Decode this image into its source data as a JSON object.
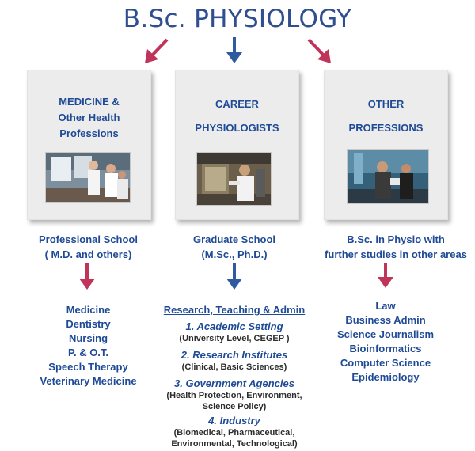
{
  "title": "B.Sc. PHYSIOLOGY",
  "colors": {
    "title": "#2f4f8f",
    "text": "#1f4a96",
    "arrow_red": "#c0335a",
    "arrow_blue": "#2f5aa0",
    "box": "#ececec"
  },
  "boxes": [
    {
      "lines": [
        "MEDICINE &",
        "Other Health",
        "Professions"
      ],
      "photo": "doctors-photo"
    },
    {
      "lines": [
        "CAREER",
        "PHYSIOLOGISTS"
      ],
      "photo": "lab-scientist-photo"
    },
    {
      "lines": [
        "OTHER",
        "PROFESSIONS"
      ],
      "photo": "colleagues-photo"
    }
  ],
  "paths": [
    {
      "lines": [
        "Professional School",
        "( M.D. and others)"
      ]
    },
    {
      "lines": [
        "Graduate School",
        "(M.Sc., Ph.D.)"
      ]
    },
    {
      "lines": [
        "B.Sc. in Physio with",
        "further studies in other areas"
      ]
    }
  ],
  "left_list": [
    "Medicine",
    "Dentistry",
    "Nursing",
    "P. & O.T.",
    "Speech Therapy",
    "Veterinary Medicine"
  ],
  "middle": {
    "heading": "Research, Teaching & Admin",
    "items": [
      {
        "title": "1. Academic Setting",
        "detail": [
          "(University Level, CEGEP )"
        ]
      },
      {
        "title": "2. Research Institutes",
        "detail": [
          "(Clinical, Basic Sciences)"
        ]
      },
      {
        "title": "3. Government Agencies",
        "detail": [
          "(Health Protection, Environment,",
          "Science Policy)"
        ]
      },
      {
        "title": "4. Industry",
        "detail": [
          "(Biomedical, Pharmaceutical,",
          "Environmental, Technological)"
        ]
      }
    ]
  },
  "right_list": [
    "Law",
    "Business Admin",
    "Science Journalism",
    "Bioinformatics",
    "Computer Science",
    "Epidemiology"
  ]
}
